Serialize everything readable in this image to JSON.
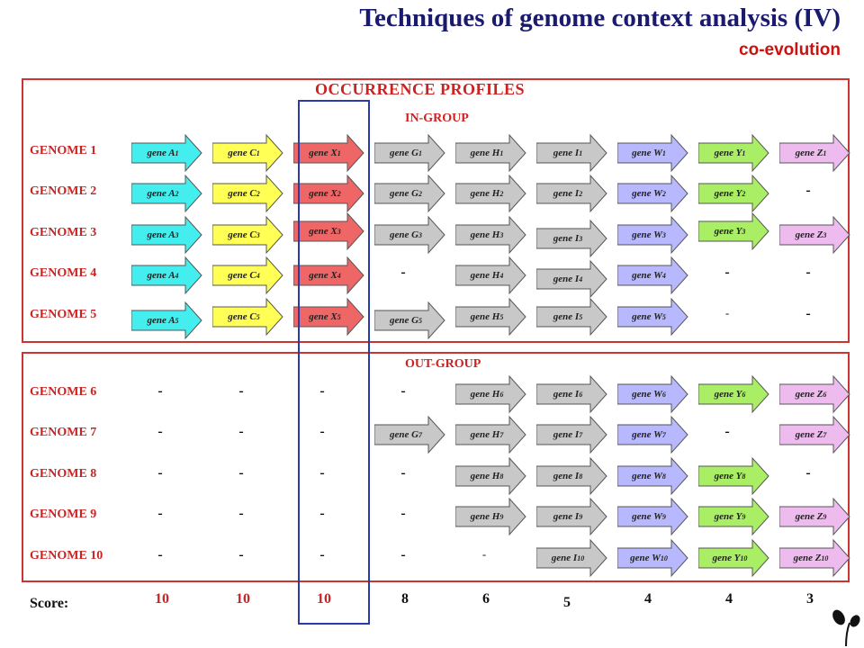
{
  "title": "Techniques of genome context analysis (IV)",
  "subtitle": "co-evolution",
  "sections": {
    "occurrence": "OCCURRENCE PROFILES",
    "ingroup": "IN-GROUP",
    "outgroup": "OUT-GROUP"
  },
  "score_label": "Score:",
  "colors": {
    "A": "#44eeee",
    "C": "#ffff55",
    "X": "#ee6666",
    "G": "#c8c8c8",
    "H": "#c8c8c8",
    "I": "#c8c8c8",
    "W": "#b8b8ff",
    "Y": "#aaee66",
    "Z": "#eebbee"
  },
  "columns": [
    "A",
    "C",
    "X",
    "G",
    "H",
    "I",
    "W",
    "Y",
    "Z"
  ],
  "scores": [
    {
      "value": "10",
      "color": "#cc2222"
    },
    {
      "value": "10",
      "color": "#cc2222"
    },
    {
      "value": "10",
      "color": "#cc2222"
    },
    {
      "value": "8",
      "color": "#111111"
    },
    {
      "value": "6",
      "color": "#111111"
    },
    {
      "value": "5",
      "color": "#111111"
    },
    {
      "value": "4",
      "color": "#111111"
    },
    {
      "value": "4",
      "color": "#111111"
    },
    {
      "value": "3",
      "color": "#111111"
    }
  ],
  "genomes": [
    {
      "name": "GENOME 1",
      "cells": [
        {
          "gene": "gene A",
          "sub": "1"
        },
        {
          "gene": "gene C",
          "sub": "1"
        },
        {
          "gene": "gene X",
          "sub": "1"
        },
        {
          "gene": "gene G",
          "sub": "1"
        },
        {
          "gene": "gene H",
          "sub": "1"
        },
        {
          "gene": "gene I",
          "sub": "1"
        },
        {
          "gene": "gene W",
          "sub": "1"
        },
        {
          "gene": "gene Y",
          "sub": "1"
        },
        {
          "gene": "gene Z",
          "sub": "1"
        }
      ]
    },
    {
      "name": "GENOME 2",
      "cells": [
        {
          "gene": "gene A",
          "sub": "2"
        },
        {
          "gene": "gene C",
          "sub": "2"
        },
        {
          "gene": "gene X",
          "sub": "2"
        },
        {
          "gene": "gene G",
          "sub": "2"
        },
        {
          "gene": "gene H",
          "sub": "2"
        },
        {
          "gene": "gene I",
          "sub": "2"
        },
        {
          "gene": "gene W",
          "sub": "2"
        },
        {
          "gene": "gene Y",
          "sub": "2"
        },
        {
          "dash": "-"
        }
      ]
    },
    {
      "name": "GENOME 3",
      "cells": [
        {
          "gene": "gene A",
          "sub": "3"
        },
        {
          "gene": "gene C",
          "sub": "3"
        },
        {
          "gene": "gene X",
          "sub": "3"
        },
        {
          "gene": "gene G",
          "sub": "3"
        },
        {
          "gene": "gene H",
          "sub": "3"
        },
        {
          "gene": "gene I",
          "sub": "3"
        },
        {
          "gene": "gene W",
          "sub": "3"
        },
        {
          "gene": "gene Y",
          "sub": "3"
        },
        {
          "gene": "gene Z",
          "sub": "3"
        }
      ]
    },
    {
      "name": "GENOME 4",
      "cells": [
        {
          "gene": "gene A",
          "sub": "4"
        },
        {
          "gene": "gene C",
          "sub": "4"
        },
        {
          "gene": "gene X",
          "sub": "4"
        },
        {
          "dash": "-"
        },
        {
          "gene": "gene H",
          "sub": "4"
        },
        {
          "gene": "gene I",
          "sub": "4"
        },
        {
          "gene": "gene W",
          "sub": "4"
        },
        {
          "dash": "-"
        },
        {
          "dash": "-"
        }
      ]
    },
    {
      "name": "GENOME 5",
      "cells": [
        {
          "gene": "gene A",
          "sub": "5"
        },
        {
          "gene": "gene C",
          "sub": "5"
        },
        {
          "gene": "gene X",
          "sub": "5"
        },
        {
          "gene": "gene G",
          "sub": "5"
        },
        {
          "gene": "gene H",
          "sub": "5"
        },
        {
          "gene": "gene I",
          "sub": "5"
        },
        {
          "gene": "gene W",
          "sub": "5"
        },
        {
          "dash": "-",
          "thin": true
        },
        {
          "dash": "-"
        }
      ]
    },
    {
      "name": "GENOME 6",
      "cells": [
        {
          "dash": "-"
        },
        {
          "dash": "-"
        },
        {
          "dash": "-"
        },
        {
          "dash": "-"
        },
        {
          "gene": "gene H",
          "sub": "6"
        },
        {
          "gene": "gene I",
          "sub": "6"
        },
        {
          "gene": "gene W",
          "sub": "6"
        },
        {
          "gene": "gene Y",
          "sub": "6"
        },
        {
          "gene": "gene Z",
          "sub": "6"
        }
      ]
    },
    {
      "name": "GENOME 7",
      "cells": [
        {
          "dash": "-"
        },
        {
          "dash": "-"
        },
        {
          "dash": "-"
        },
        {
          "gene": "gene G",
          "sub": "7"
        },
        {
          "gene": "gene H",
          "sub": "7"
        },
        {
          "gene": "gene I",
          "sub": "7"
        },
        {
          "gene": "gene W",
          "sub": "7"
        },
        {
          "dash": "-"
        },
        {
          "gene": "gene Z",
          "sub": "7"
        }
      ]
    },
    {
      "name": "GENOME 8",
      "cells": [
        {
          "dash": "-"
        },
        {
          "dash": "-"
        },
        {
          "dash": "-"
        },
        {
          "dash": "-"
        },
        {
          "gene": "gene H",
          "sub": "8"
        },
        {
          "gene": "gene I",
          "sub": "8"
        },
        {
          "gene": "gene W",
          "sub": "8"
        },
        {
          "gene": "gene Y",
          "sub": "8"
        },
        {
          "dash": "-"
        }
      ]
    },
    {
      "name": "GENOME 9",
      "cells": [
        {
          "dash": "-"
        },
        {
          "dash": "-"
        },
        {
          "dash": "-"
        },
        {
          "dash": "-"
        },
        {
          "gene": "gene H",
          "sub": "9"
        },
        {
          "gene": "gene I",
          "sub": "9"
        },
        {
          "gene": "gene W",
          "sub": "9"
        },
        {
          "gene": "gene Y",
          "sub": "9"
        },
        {
          "gene": "gene Z",
          "sub": "9"
        }
      ]
    },
    {
      "name": "GENOME 10",
      "cells": [
        {
          "dash": "-"
        },
        {
          "dash": "-"
        },
        {
          "dash": "-"
        },
        {
          "dash": "-"
        },
        {
          "dash": "-",
          "thin": true
        },
        {
          "gene": "gene I",
          "sub": "10"
        },
        {
          "gene": "gene W",
          "sub": "10"
        },
        {
          "gene": "gene Y",
          "sub": "10"
        },
        {
          "gene": "gene Z",
          "sub": "10"
        }
      ]
    }
  ]
}
